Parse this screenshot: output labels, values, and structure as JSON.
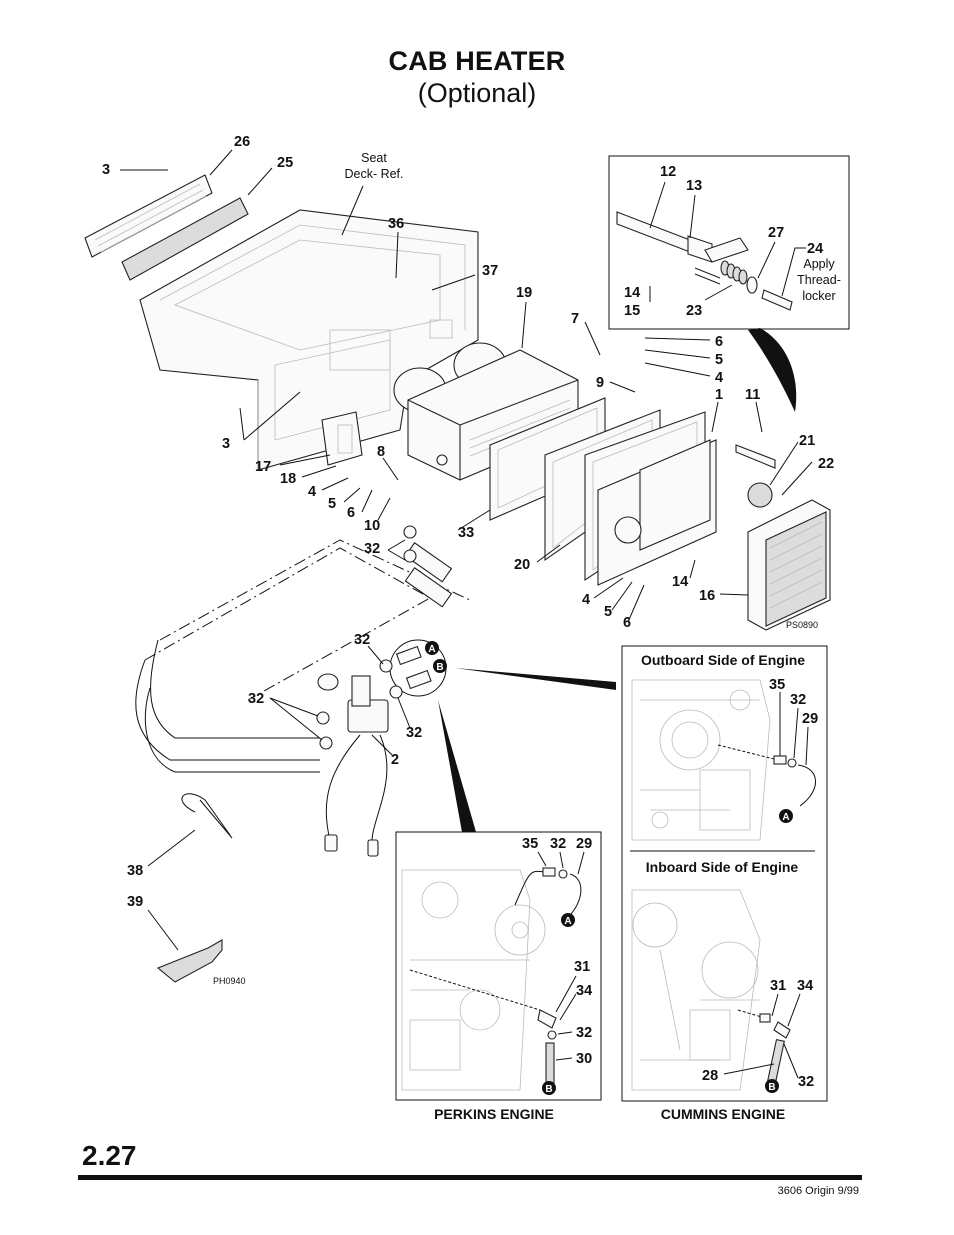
{
  "title": "CAB HEATER",
  "subtitle": "(Optional)",
  "page_number": "2.27",
  "footer": "3606  Origin  9/99",
  "notes": {
    "seat_deck_1": "Seat",
    "seat_deck_2": "Deck- Ref.",
    "apply_1": "Apply",
    "apply_2": "Thread-",
    "apply_3": "locker"
  },
  "figure_codes": {
    "main": "PS0890",
    "sub": "PH0940"
  },
  "inset_headers": {
    "outboard": "Outboard Side of Engine",
    "inboard": "Inboard Side of Engine",
    "perkins": "PERKINS ENGINE",
    "cummins": "CUMMINS ENGINE"
  },
  "markers": {
    "a": "A",
    "b": "B"
  },
  "callouts": {
    "c26": "26",
    "c3a": "3",
    "c25": "25",
    "c36": "36",
    "c37": "37",
    "c19": "19",
    "c12": "12",
    "c13": "13",
    "c27": "27",
    "c24": "24",
    "c14a": "14",
    "c15": "15",
    "c23": "23",
    "c7": "7",
    "c6a": "6",
    "c5a": "5",
    "c4a": "4",
    "c9": "9",
    "c1": "1",
    "c11": "11",
    "c21": "21",
    "c22": "22",
    "c3b": "3",
    "c8": "8",
    "c17": "17",
    "c18": "18",
    "c4b": "4",
    "c5b": "5",
    "c6b": "6",
    "c10": "10",
    "c33": "33",
    "c32a": "32",
    "c20": "20",
    "c14b": "14",
    "c16": "16",
    "c4c": "4",
    "c5c": "5",
    "c6c": "6",
    "c32b": "32",
    "c32c": "32",
    "c32d": "32",
    "c2": "2",
    "c38": "38",
    "c39": "39",
    "c35a": "35",
    "c32e": "32",
    "c29a": "29",
    "c35b": "35",
    "c32f": "32",
    "c29b": "29",
    "c31a": "31",
    "c34a": "34",
    "c32g": "32",
    "c30": "30",
    "c31b": "31",
    "c34b": "34",
    "c28": "28",
    "c32h": "32"
  }
}
